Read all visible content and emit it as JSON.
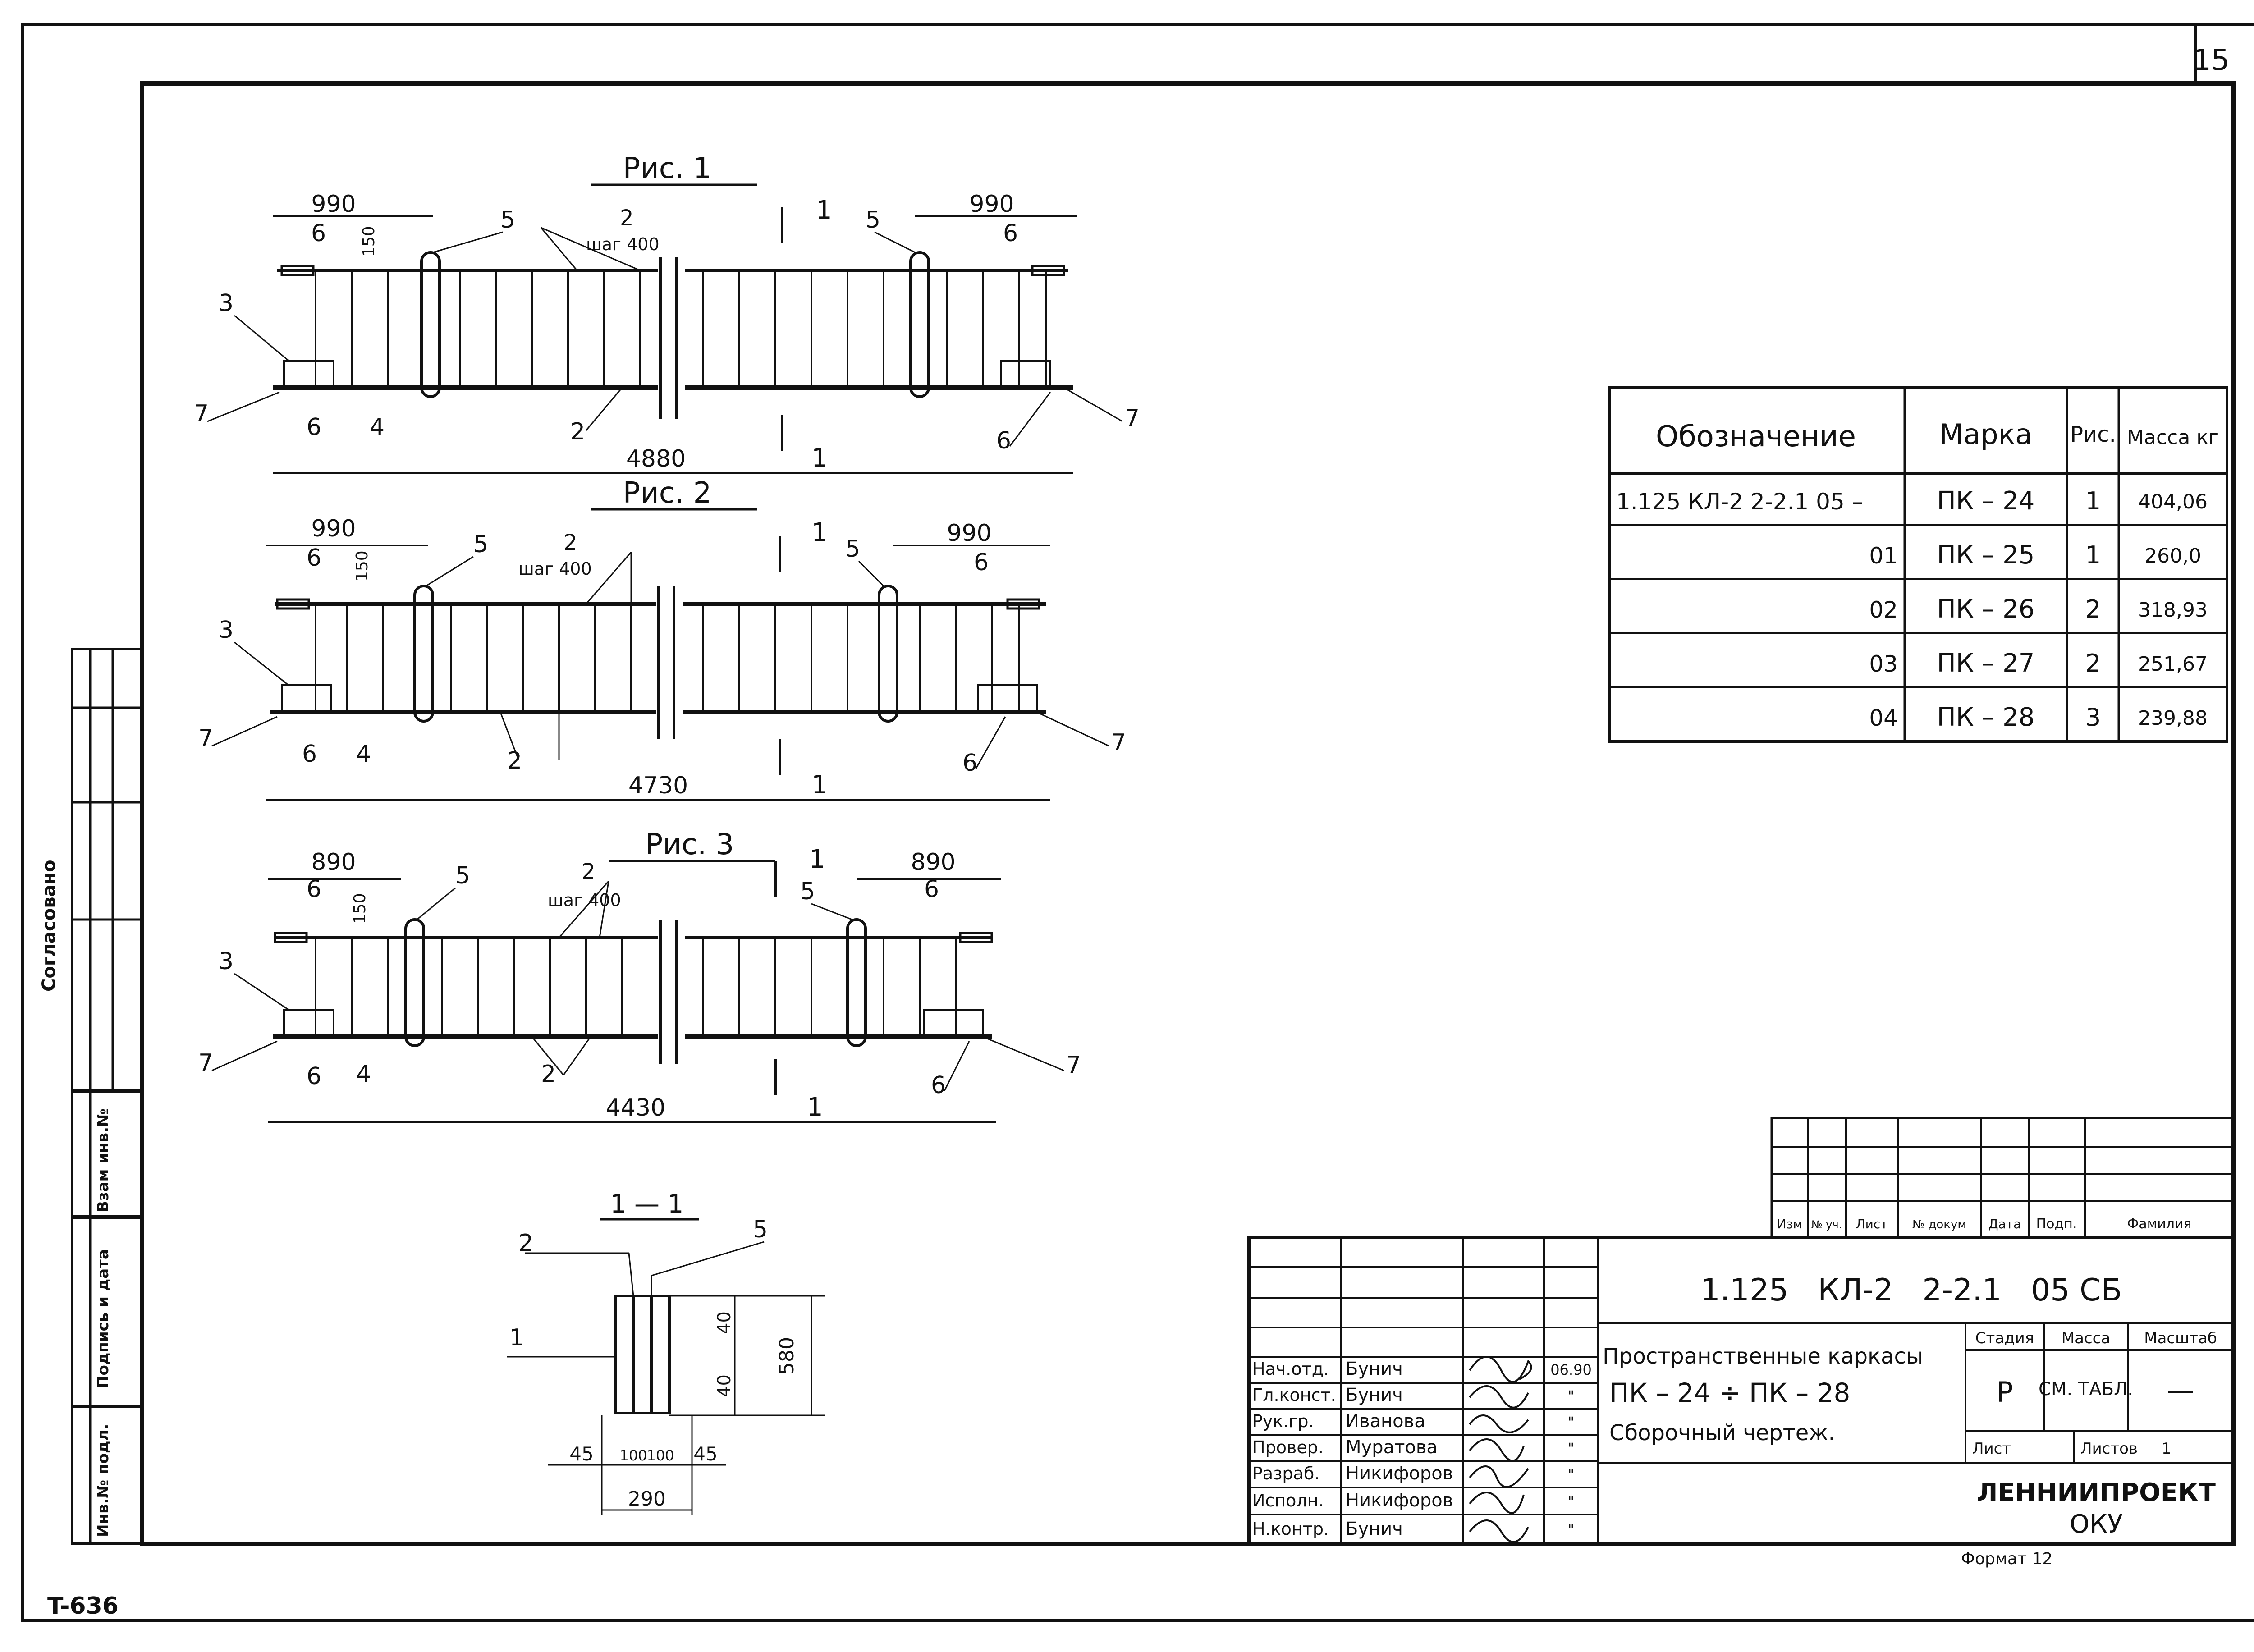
{
  "sheet_number": "15",
  "bottom_code": "T-636",
  "format_label": "Формат 12",
  "side_labels": {
    "approved": "Согласовано",
    "replace_inv": "Взам инв.№",
    "sign_date": "Подпись и дата",
    "inv_orig": "Инв.№ подл."
  },
  "figures": [
    {
      "title": "Рис. 1",
      "total_length": "4880",
      "end_dim_left": "990",
      "end_dim_right": "990",
      "offset": "150",
      "step": "шаг 400",
      "section_mark": "1",
      "labels": {
        "p1": "1",
        "p2": "2",
        "p3": "3",
        "p4": "4",
        "p5": "5",
        "p6": "6",
        "p7": "7"
      }
    },
    {
      "title": "Рис. 2",
      "total_length": "4730",
      "end_dim_left": "990",
      "end_dim_right": "990",
      "offset": "150",
      "step": "шаг 400",
      "section_mark": "1",
      "labels": {
        "p1": "1",
        "p2": "2",
        "p3": "3",
        "p4": "4",
        "p5": "5",
        "p6": "6",
        "p7": "7"
      }
    },
    {
      "title": "Рис. 3",
      "total_length": "4430",
      "end_dim_left": "890",
      "end_dim_right": "890",
      "offset": "150",
      "step": "шаг 400",
      "section_mark": "1",
      "labels": {
        "p1": "1",
        "p2": "2",
        "p3": "3",
        "p4": "4",
        "p5": "5",
        "p6": "6",
        "p7": "7"
      }
    }
  ],
  "section": {
    "title": "1 — 1",
    "label_1": "1",
    "label_2": "2",
    "label_5": "5",
    "height": "580",
    "top_offset": "40",
    "bottom_offset": "40",
    "dim_left": "45",
    "dim_mid_1": "100",
    "dim_mid_2": "100",
    "dim_right": "45",
    "width": "290"
  },
  "spec_table": {
    "headers": [
      "Обозначение",
      "Марка",
      "Рис.",
      "Масса кг"
    ],
    "rows": [
      {
        "designation": "1.125 КЛ-2 2-2.1 05 –",
        "mark": "ПК – 24",
        "fig": "1",
        "mass": "404,06"
      },
      {
        "designation": "01",
        "mark": "ПК – 25",
        "fig": "1",
        "mass": "260,0"
      },
      {
        "designation": "02",
        "mark": "ПК – 26",
        "fig": "2",
        "mass": "318,93"
      },
      {
        "designation": "03",
        "mark": "ПК – 27",
        "fig": "2",
        "mass": "251,67"
      },
      {
        "designation": "04",
        "mark": "ПК – 28",
        "fig": "3",
        "mass": "239,88"
      }
    ]
  },
  "title_block": {
    "rev_headers": [
      "Изм",
      "№ уч.",
      "Лист",
      "№ докум",
      "Дата",
      "Подп.",
      "Фамилия"
    ],
    "doc_code": "1.125   КЛ-2   2-2.1   05 СБ",
    "title_line1": "Пространственные каркасы",
    "title_line2": "ПК – 24  ÷  ПК – 28",
    "title_line3": "Сборочный чертеж.",
    "stage_header": "Стадия",
    "mass_header": "Масса",
    "scale_header": "Масштаб",
    "stage": "Р",
    "mass": "СМ. ТАБЛ.",
    "scale": "—",
    "sheet_label": "Лист",
    "sheets_label": "Листов",
    "sheets_count": "1",
    "org_name": "ЛЕННИИПРОЕКТ",
    "org_dept": "ОКУ",
    "staff": [
      {
        "role": "Нач.отд.",
        "name": "Бунич",
        "date": "06.90"
      },
      {
        "role": "Гл.конст.",
        "name": "Бунич",
        "date": "\""
      },
      {
        "role": "Рук.гр.",
        "name": "Иванова",
        "date": "\""
      },
      {
        "role": "Провер.",
        "name": "Муратова",
        "date": "\""
      },
      {
        "role": "Разраб.",
        "name": "Никифоров",
        "date": "\""
      },
      {
        "role": "Исполн.",
        "name": "Никифоров",
        "date": "\""
      },
      {
        "role": "Н.контр.",
        "name": "Бунич",
        "date": "\""
      }
    ]
  }
}
